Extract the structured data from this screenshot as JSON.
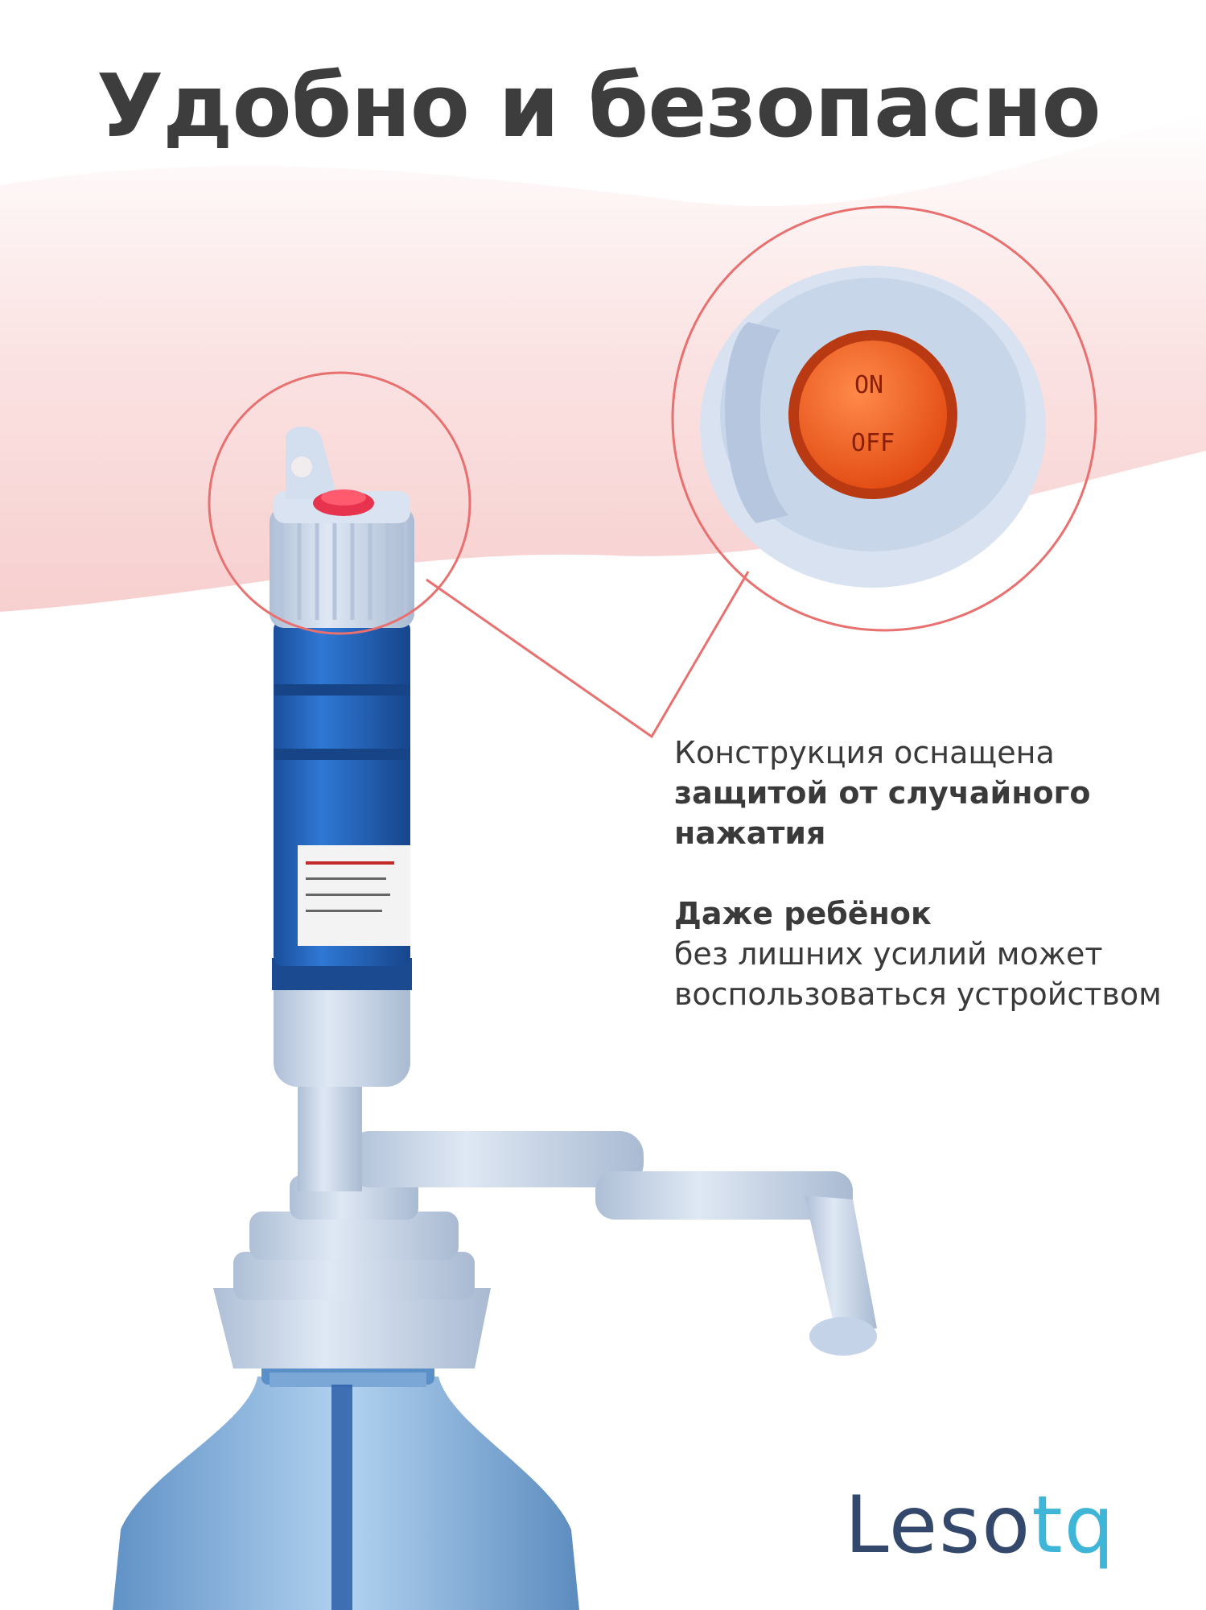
{
  "headline": "Удобно и безопасно",
  "features": [
    {
      "line_1": "Конструкция оснащена",
      "bold": "защитой от случайного нажатия"
    },
    {
      "bold": "Даже ребёнок",
      "text": "без лишних усилий может воспользоваться устройством"
    }
  ],
  "switch": {
    "on": "ON",
    "off": "OFF"
  },
  "logo": {
    "part_1": "Leso",
    "part_2": "t",
    "part_3": "q"
  },
  "colors": {
    "accent": "#e8706f",
    "pump_blue": "#1f5fb5",
    "pump_grey": "#c9d7ea",
    "button": "#ef5a1e"
  }
}
